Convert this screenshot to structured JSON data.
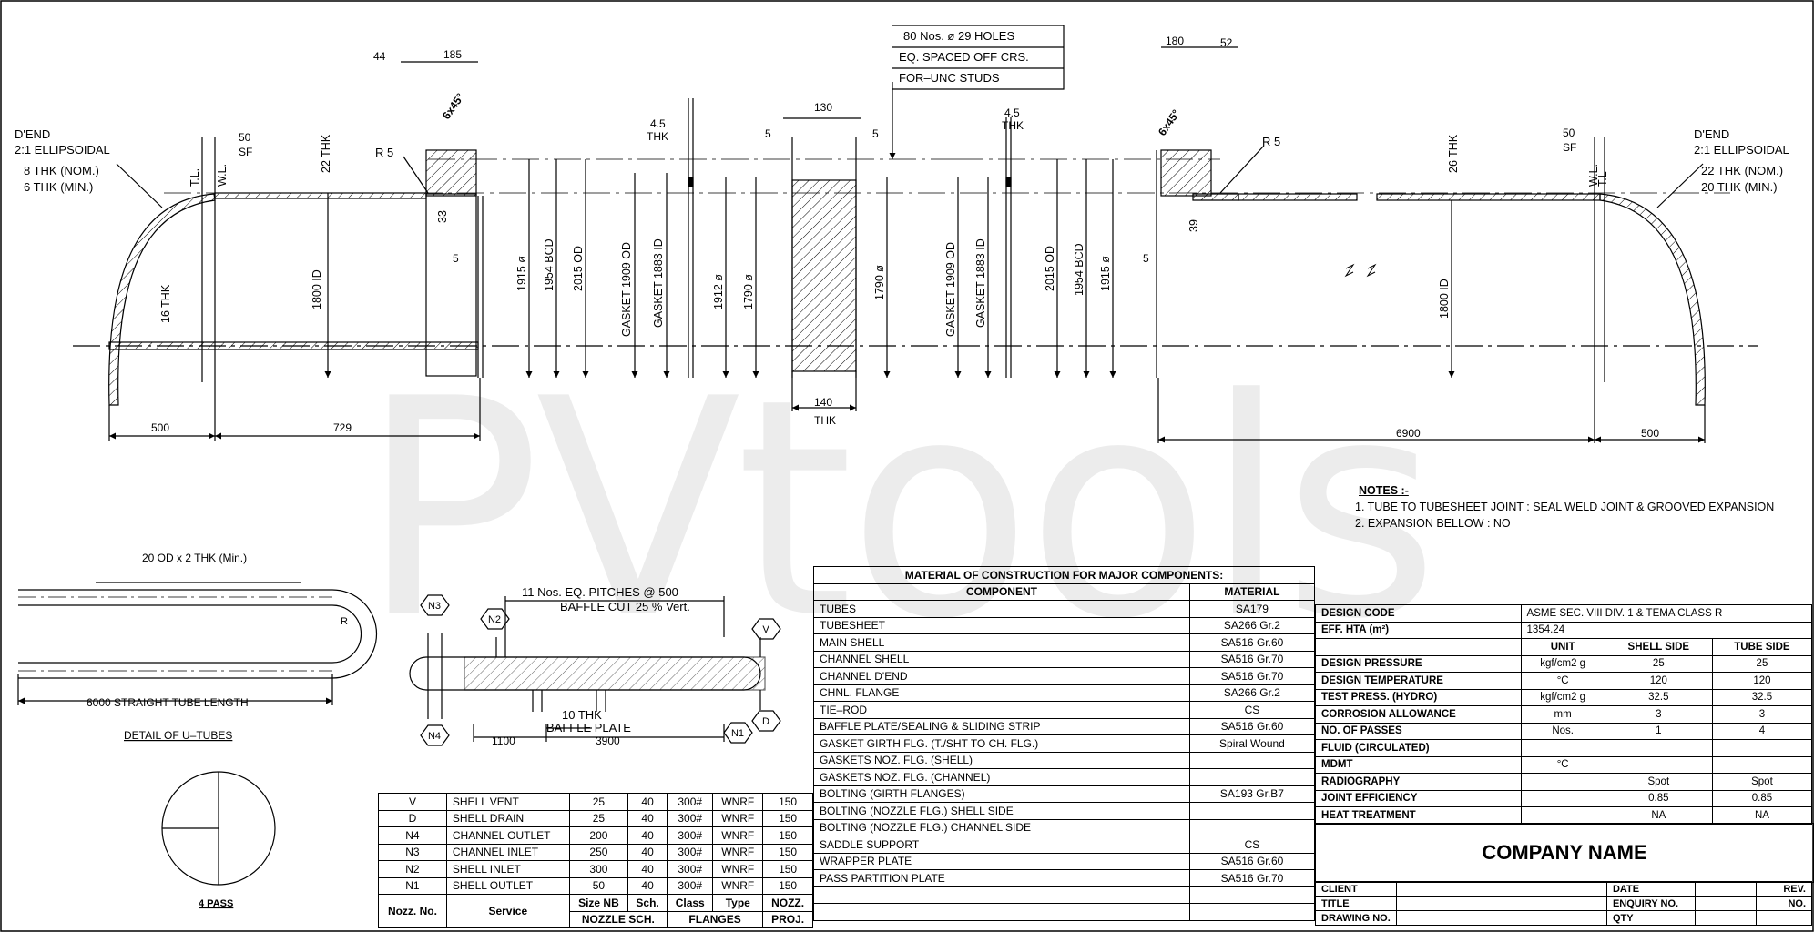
{
  "watermark": "PVtools",
  "drawing": {
    "labels": [
      {
        "id": "80",
        "t": "80 Nos. ø 29 HOLES"
      },
      {
        "id": "eq",
        "t": "EQ. SPACED OFF CRS."
      },
      {
        "id": "for",
        "t": "FOR–UNC STUDS"
      },
      {
        "id": "d44",
        "t": "44"
      },
      {
        "id": "d185",
        "t": "185"
      },
      {
        "id": "d180",
        "t": "180"
      },
      {
        "id": "d52",
        "t": "52"
      },
      {
        "id": "d130",
        "t": "130"
      },
      {
        "id": "d5a",
        "t": "5"
      },
      {
        "id": "d5b",
        "t": "5"
      },
      {
        "id": "d5c",
        "t": "5"
      },
      {
        "id": "d5d",
        "t": "5"
      },
      {
        "id": "t45a",
        "t": "4.5"
      },
      {
        "id": "thka",
        "t": "THK"
      },
      {
        "id": "t45b",
        "t": "4.5"
      },
      {
        "id": "thkb",
        "t": "THK"
      },
      {
        "id": "dend1",
        "t": "D'END"
      },
      {
        "id": "ell1",
        "t": "2:1  ELLIPSOIDAL"
      },
      {
        "id": "nom1",
        "t": "8  THK  (NOM.)"
      },
      {
        "id": "min1",
        "t": "6  THK  (MIN.)"
      },
      {
        "id": "dend2",
        "t": "D'END"
      },
      {
        "id": "ell2",
        "t": "2:1  ELLIPSOIDAL"
      },
      {
        "id": "nom2",
        "t": "22  THK  (NOM.)"
      },
      {
        "id": "min2",
        "t": "20  THK  (MIN.)"
      },
      {
        "id": "sf1",
        "t": "50"
      },
      {
        "id": "sf1b",
        "t": "SF"
      },
      {
        "id": "sf2",
        "t": "50"
      },
      {
        "id": "sf2b",
        "t": "SF"
      },
      {
        "id": "r5a",
        "t": "R 5"
      },
      {
        "id": "r5b",
        "t": "R 5"
      },
      {
        "id": "d500a",
        "t": "500"
      },
      {
        "id": "d729",
        "t": "729"
      },
      {
        "id": "d6900",
        "t": "6900"
      },
      {
        "id": "d500b",
        "t": "500"
      },
      {
        "id": "d140",
        "t": "140"
      },
      {
        "id": "thk140",
        "t": "THK"
      },
      {
        "id": "ch1",
        "t": "6x45°"
      },
      {
        "id": "ch2",
        "t": "6x45°"
      },
      {
        "id": "uodt",
        "t": "20 OD x 2 THK (Min.)"
      },
      {
        "id": "ulen",
        "t": "6000   STRAIGHT  TUBE  LENGTH"
      },
      {
        "id": "udet",
        "t": "DETAIL  OF  U–TUBES"
      },
      {
        "id": "ur",
        "t": "R"
      },
      {
        "id": "pass",
        "t": "4 PASS"
      },
      {
        "id": "pitch",
        "t": "11 Nos.  EQ.  PITCHES  @   500"
      },
      {
        "id": "bcut",
        "t": "BAFFLE  CUT  25  %  Vert."
      },
      {
        "id": "bthk",
        "t": "10  THK"
      },
      {
        "id": "bplate",
        "t": "BAFFLE  PLATE"
      },
      {
        "id": "d1100",
        "t": "1100"
      },
      {
        "id": "d3900",
        "t": "3900"
      }
    ],
    "vlabels": [
      {
        "id": "tl1",
        "t": "T.L."
      },
      {
        "id": "wl1",
        "t": "W.L."
      },
      {
        "id": "k22",
        "t": "22 THK"
      },
      {
        "id": "k33",
        "t": "33"
      },
      {
        "id": "id1800a",
        "t": "1800  ID"
      },
      {
        "id": "k16",
        "t": "16 THK"
      },
      {
        "id": "v1915a",
        "t": "1915  ø"
      },
      {
        "id": "v1954a",
        "t": "1954  BCD"
      },
      {
        "id": "v2015a",
        "t": "2015  OD"
      },
      {
        "id": "g1909a",
        "t": "GASKET 1909  OD"
      },
      {
        "id": "g1883a",
        "t": "GASKET 1883  ID"
      },
      {
        "id": "v1912",
        "t": "1912  ø"
      },
      {
        "id": "v1790a",
        "t": "1790  ø"
      },
      {
        "id": "v1790b",
        "t": "1790  ø"
      },
      {
        "id": "g1909b",
        "t": "GASKET 1909  OD"
      },
      {
        "id": "g1883b",
        "t": "GASKET 1883  ID"
      },
      {
        "id": "v2015b",
        "t": "2015  OD"
      },
      {
        "id": "v1954b",
        "t": "1954  BCD"
      },
      {
        "id": "v1915b",
        "t": "1915  ø"
      },
      {
        "id": "k39",
        "t": "39"
      },
      {
        "id": "id1800b",
        "t": "1800  ID"
      },
      {
        "id": "k26",
        "t": "26 THK"
      },
      {
        "id": "wl2",
        "t": "W.L."
      },
      {
        "id": "tl2",
        "t": "T.L"
      }
    ],
    "nozzle_tags": [
      "N3",
      "N2",
      "N4",
      "N1",
      "V",
      "D"
    ]
  },
  "notes": {
    "title": "NOTES :-",
    "items": [
      "1. TUBE TO TUBESHEET JOINT : SEAL WELD JOINT & GROOVED EXPANSION",
      "2. EXPANSION BELLOW : NO"
    ]
  },
  "moc": {
    "title": "MATERIAL  OF  CONSTRUCTION  FOR  MAJOR  COMPONENTS:",
    "headers": [
      "COMPONENT",
      "MATERIAL"
    ],
    "rows": [
      [
        "TUBES",
        "SA179"
      ],
      [
        "TUBESHEET",
        "SA266 Gr.2"
      ],
      [
        "MAIN  SHELL",
        "SA516 Gr.60"
      ],
      [
        "CHANNEL  SHELL",
        "SA516 Gr.70"
      ],
      [
        "CHANNEL  D'END",
        "SA516 Gr.70"
      ],
      [
        "CHNL.  FLANGE",
        "SA266 Gr.2"
      ],
      [
        "TIE–ROD",
        "CS"
      ],
      [
        "BAFFLE PLATE/SEALING & SLIDING STRIP",
        "SA516 Gr.60"
      ],
      [
        "GASKET  GIRTH  FLG.  (T./SHT  TO  CH.  FLG.)",
        "Spiral Wound"
      ],
      [
        "GASKETS  NOZ.  FLG.  (SHELL)",
        ""
      ],
      [
        "GASKETS  NOZ.  FLG.  (CHANNEL)",
        ""
      ],
      [
        "BOLTING  (GIRTH  FLANGES)",
        "SA193 Gr.B7"
      ],
      [
        "BOLTING  (NOZZLE  FLG.)  SHELL  SIDE",
        ""
      ],
      [
        "BOLTING  (NOZZLE  FLG.)  CHANNEL  SIDE",
        ""
      ],
      [
        "SADDLE  SUPPORT",
        "CS"
      ],
      [
        "WRAPPER  PLATE",
        "SA516 Gr.60"
      ],
      [
        "PASS  PARTITION  PLATE",
        "SA516 Gr.70"
      ],
      [
        "",
        ""
      ],
      [
        "",
        ""
      ]
    ]
  },
  "nozzles": {
    "rows": [
      [
        "V",
        "SHELL  VENT",
        "25",
        "40",
        "300#",
        "WNRF",
        "150"
      ],
      [
        "D",
        "SHELL DRAIN",
        "25",
        "40",
        "300#",
        "WNRF",
        "150"
      ],
      [
        "N4",
        "CHANNEL  OUTLET",
        "200",
        "40",
        "300#",
        "WNRF",
        "150"
      ],
      [
        "N3",
        "CHANNEL  INLET",
        "250",
        "40",
        "300#",
        "WNRF",
        "150"
      ],
      [
        "N2",
        "SHELL  INLET",
        "300",
        "40",
        "300#",
        "WNRF",
        "150"
      ],
      [
        "N1",
        "SHELL  OUTLET",
        "50",
        "40",
        "300#",
        "WNRF",
        "150"
      ]
    ],
    "h_nozz": "Nozz. No.",
    "h_service": "Service",
    "h_size": "Size NB",
    "h_sch": "Sch.",
    "h_class": "Class",
    "h_type": "Type",
    "h_nozz2": "NOZZ.",
    "h_noz_sch": "NOZZLE  SCH.",
    "h_flanges": "FLANGES",
    "h_proj": "PROJ."
  },
  "design": {
    "code_label": "DESIGN CODE",
    "code_value": "ASME SEC. VIII DIV. 1 & TEMA CLASS R",
    "hta_label": "EFF. HTA (m²)",
    "hta_value": "1354.24",
    "headers": [
      "",
      "UNIT",
      "SHELL SIDE",
      "TUBE SIDE"
    ],
    "rows": [
      [
        "DESIGN    PRESSURE",
        "kgf/cm2  g",
        "25",
        "25"
      ],
      [
        "DESIGN   TEMPERATURE",
        "°C",
        "120",
        "120"
      ],
      [
        "TEST  PRESS.  (HYDRO)",
        "kgf/cm2  g",
        "32.5",
        "32.5"
      ],
      [
        "CORROSION   ALLOWANCE",
        "mm",
        "3",
        "3"
      ],
      [
        "NO.  OF  PASSES",
        "Nos.",
        "1",
        "4"
      ],
      [
        "FLUID  (CIRCULATED)",
        "",
        "",
        ""
      ],
      [
        "MDMT",
        "°C",
        "",
        ""
      ],
      [
        "RADIOGRAPHY",
        "",
        "Spot",
        "Spot"
      ],
      [
        "JOINT  EFFICIENCY",
        "",
        "0.85",
        "0.85"
      ],
      [
        "HEAT  TREATMENT",
        "",
        "NA",
        "NA"
      ]
    ]
  },
  "company": "COMPANY NAME",
  "title_block": [
    [
      "CLIENT",
      "DATE",
      "REV."
    ],
    [
      "TITLE",
      "ENQUIRY NO.",
      "NO."
    ],
    [
      "DRAWING NO.",
      "QTY",
      ""
    ]
  ]
}
